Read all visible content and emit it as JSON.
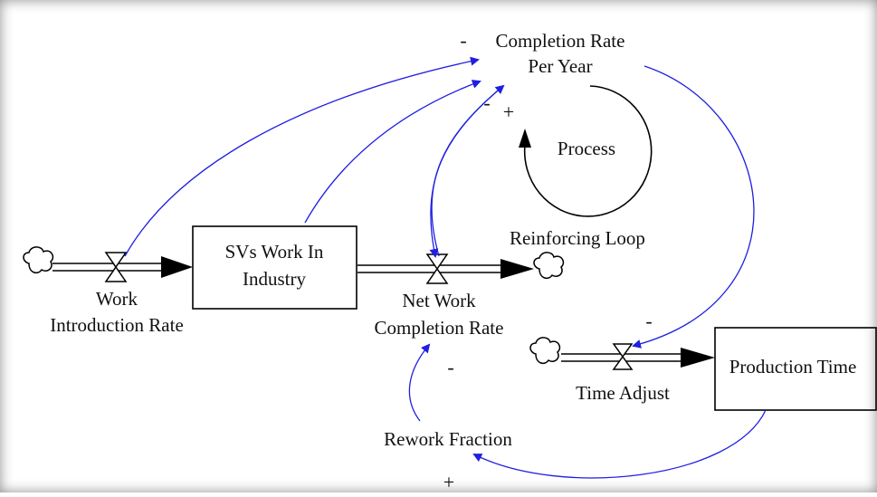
{
  "diagram": {
    "stocks": {
      "svs_work": [
        "SVs Work In",
        "Industry"
      ],
      "production_time": "Production Time"
    },
    "flows": {
      "work_introduction": [
        "Work",
        "Introduction Rate"
      ],
      "net_work_completion": [
        "Net Work",
        "Completion Rate"
      ],
      "time_adjust": "Time Adjust"
    },
    "variables": {
      "completion_rate": [
        "Completion Rate",
        "Per Year"
      ],
      "rework_fraction": "Rework Fraction"
    },
    "loop": {
      "name": "Process",
      "label": "Reinforcing Loop"
    },
    "polarities": {
      "wir_to_completion": "-",
      "network_to_completion": "-",
      "completion_to_network": "+",
      "completion_to_timeadjust": "-",
      "rework_to_network": "-",
      "production_to_rework": "+"
    },
    "colors": {
      "link": "#1f1fe0",
      "structure": "#000000"
    }
  }
}
